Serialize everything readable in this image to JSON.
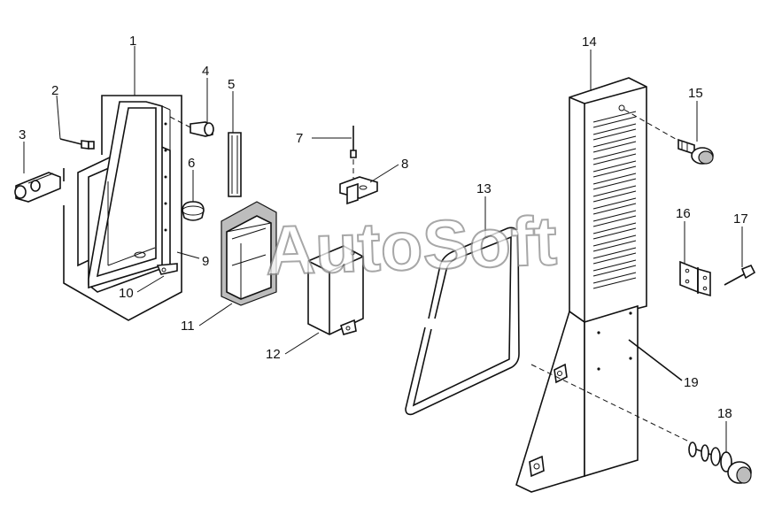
{
  "watermark": "AutoSoft",
  "callouts": [
    {
      "id": "c1",
      "label": "1"
    },
    {
      "id": "c2",
      "label": "2"
    },
    {
      "id": "c3",
      "label": "3"
    },
    {
      "id": "c4",
      "label": "4"
    },
    {
      "id": "c5",
      "label": "5"
    },
    {
      "id": "c6",
      "label": "6"
    },
    {
      "id": "c7",
      "label": "7"
    },
    {
      "id": "c8",
      "label": "8"
    },
    {
      "id": "c9",
      "label": "9"
    },
    {
      "id": "c10",
      "label": "10"
    },
    {
      "id": "c11",
      "label": "11"
    },
    {
      "id": "c12",
      "label": "12"
    },
    {
      "id": "c13",
      "label": "13"
    },
    {
      "id": "c14",
      "label": "14"
    },
    {
      "id": "c15",
      "label": "15"
    },
    {
      "id": "c16",
      "label": "16"
    },
    {
      "id": "c17",
      "label": "17"
    },
    {
      "id": "c18",
      "label": "18"
    },
    {
      "id": "c19",
      "label": "19"
    }
  ]
}
